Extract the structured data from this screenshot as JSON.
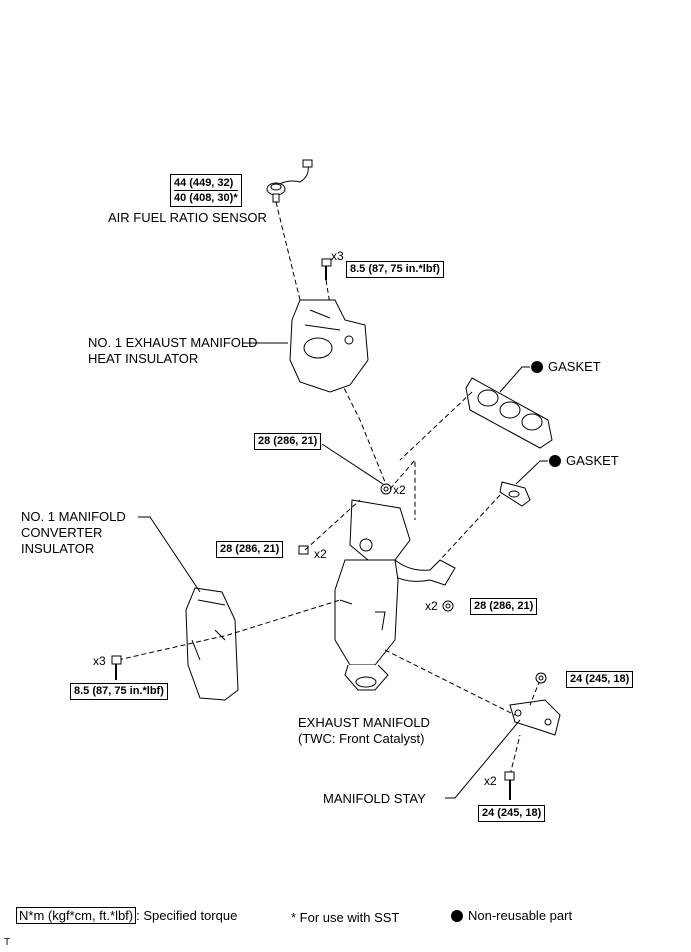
{
  "parts": {
    "af_sensor": "AIR FUEL RATIO SENSOR",
    "heat_insulator_1": "NO. 1 EXHAUST MANIFOLD",
    "heat_insulator_2": "HEAT INSULATOR",
    "gasket_upper": "GASKET",
    "gasket_lower": "GASKET",
    "conv_insulator_1": "NO. 1 MANIFOLD",
    "conv_insulator_2": "CONVERTER",
    "conv_insulator_3": "INSULATOR",
    "exhaust_manifold_1": "EXHAUST MANIFOLD",
    "exhaust_manifold_2": "(TWC: Front Catalyst)",
    "manifold_stay": "MANIFOLD STAY"
  },
  "torques": {
    "sensor_1": "44 (449, 32)",
    "sensor_2": "40 (408, 30)*",
    "insulator_bolt": "8.5 (87, 75 in.*lbf)",
    "manifold_nut_upper": "28 (286, 21)",
    "manifold_bolt_left": "28 (286, 21)",
    "manifold_nut_right": "28 (286, 21)",
    "converter_bolt": "8.5 (87, 75 in.*lbf)",
    "stay_nut": "24 (245, 18)",
    "stay_bolt": "24 (245, 18)"
  },
  "quantities": {
    "insulator_bolt": "x3",
    "manifold_nut_upper": "x2",
    "manifold_bolt_left": "x2",
    "manifold_nut_right": "x2",
    "converter_bolt": "x3",
    "stay_bolt": "x2"
  },
  "legend": {
    "torque_unit": "N*m (kgf*cm, ft.*lbf)",
    "torque_desc": ": Specified torque",
    "sst_note": "* For use with SST",
    "non_reusable": "Non-reusable part"
  },
  "corner_mark": "T"
}
